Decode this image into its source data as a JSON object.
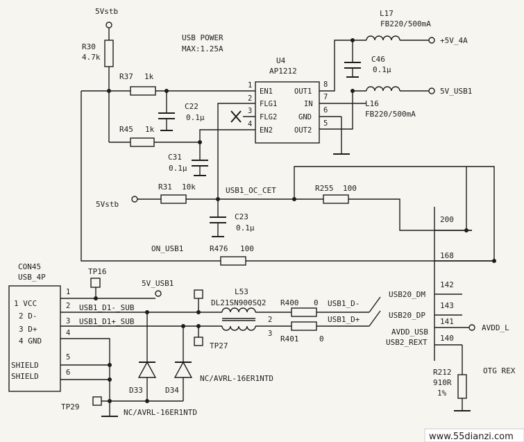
{
  "rails": {
    "vstb_top": "5Vstb",
    "vstb_left": "5Vstb",
    "out_4a": "+5V_4A",
    "out_usb1": "5V_USB1",
    "con_vcc": "5V_USB1"
  },
  "notes": {
    "usb_power": "USB POWER",
    "max_current": "MAX:1.25A",
    "otg_rex": "OTG REX",
    "watermark": "www.55dianzi.com"
  },
  "u4": {
    "ref": "U4",
    "part": "AP1212",
    "left_pins": [
      {
        "num": "1",
        "name": "EN1"
      },
      {
        "num": "2",
        "name": "FLG1"
      },
      {
        "num": "3",
        "name": "FLG2"
      },
      {
        "num": "4",
        "name": "EN2"
      }
    ],
    "right_pins": [
      {
        "num": "8",
        "name": "OUT1"
      },
      {
        "num": "7",
        "name": "IN"
      },
      {
        "num": "6",
        "name": "GND"
      },
      {
        "num": "5",
        "name": "OUT2"
      }
    ]
  },
  "components": {
    "r30": {
      "ref": "R30",
      "value": "4.7k"
    },
    "r37": {
      "ref": "R37",
      "value": "1k"
    },
    "r45": {
      "ref": "R45",
      "value": "1k"
    },
    "c22": {
      "ref": "C22",
      "value": "0.1μ"
    },
    "c31": {
      "ref": "C31",
      "value": "0.1μ"
    },
    "r31": {
      "ref": "R31",
      "value": "10k"
    },
    "c23": {
      "ref": "C23",
      "value": "0.1μ"
    },
    "r476": {
      "ref": "R476",
      "value": "100"
    },
    "r255": {
      "ref": "R255",
      "value": "100"
    },
    "l17": {
      "ref": "L17",
      "value": "FB220/500mA"
    },
    "l16": {
      "ref": "L16",
      "value": "FB220/500mA"
    },
    "c46": {
      "ref": "C46",
      "value": "0.1μ"
    },
    "l53": {
      "ref": "L53",
      "value": "DL21SN900SQ2"
    },
    "r400": {
      "ref": "R400",
      "value": "0"
    },
    "r401": {
      "ref": "R401",
      "value": "0"
    },
    "r212": {
      "ref": "R212",
      "value": "910R",
      "tolerance": "1%"
    },
    "d33": {
      "ref": "D33",
      "part": "NC/AVRL-16ER1NTD"
    },
    "d34": {
      "ref": "D34",
      "part": "NC/AVRL-16ER1NTD"
    }
  },
  "nets": {
    "oc_cet": "USB1_OC_CET",
    "on_usb1": "ON_USB1",
    "d_minus_sub": "USB1_D1-_SUB",
    "d_plus_sub": "USB1_D1+_SUB",
    "d_minus": "USB1_D-",
    "d_plus": "USB1_D+"
  },
  "testpoints": {
    "tp16": "TP16",
    "tp27": "TP27",
    "tp29": "TP29"
  },
  "connector": {
    "ref": "CON45",
    "type": "USB_4P",
    "pins": [
      {
        "num": "1",
        "name": "1 VCC"
      },
      {
        "num": "2",
        "name": "2 D-"
      },
      {
        "num": "3",
        "name": "3 D+"
      },
      {
        "num": "4",
        "name": "4 GND"
      },
      {
        "num": "5",
        "name": "SHIELD"
      },
      {
        "num": "6",
        "name": "SHIELD"
      }
    ]
  },
  "l53_pins": {
    "p2": "2",
    "p3": "3"
  },
  "soc": {
    "pins": [
      {
        "num": "200",
        "name": ""
      },
      {
        "num": "168",
        "name": ""
      },
      {
        "num": "142",
        "name": "USB20_DM"
      },
      {
        "num": "143",
        "name": "USB20_DP"
      },
      {
        "num": "141",
        "name": "AVDD_USB"
      },
      {
        "num": "140",
        "name": "USB2_REXT"
      }
    ],
    "avdd_out": "AVDD_L"
  }
}
